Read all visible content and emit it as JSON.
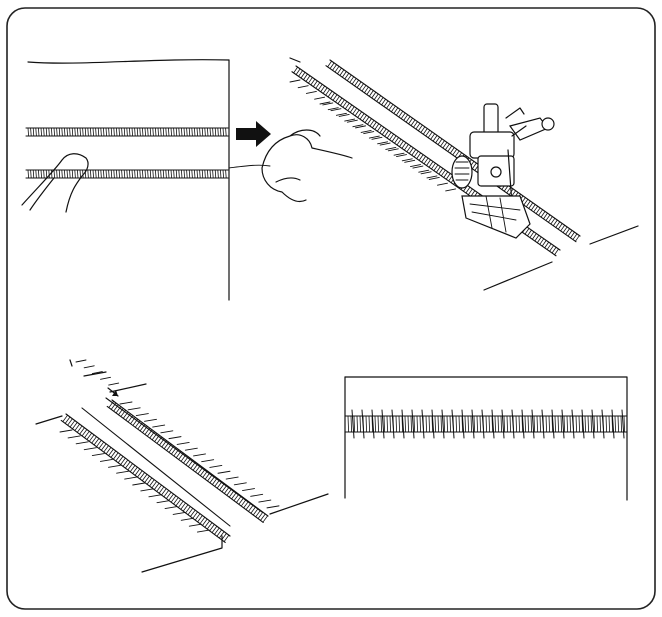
{
  "diagram": {
    "panels": [
      {
        "id": "panel-pull-threads",
        "icon": "fabric-gathering-icon"
      },
      {
        "id": "panel-sewing-foot",
        "icon": "sewing-machine-foot-icon"
      },
      {
        "id": "panel-stitch-between",
        "icon": "stitch-between-rows-icon"
      },
      {
        "id": "panel-finished-smocking",
        "icon": "finished-gather-icon"
      }
    ],
    "arrow_icon": "right-arrow-icon",
    "colors": {
      "ink": "#111111",
      "background": "#ffffff",
      "frame": "#222222"
    }
  }
}
